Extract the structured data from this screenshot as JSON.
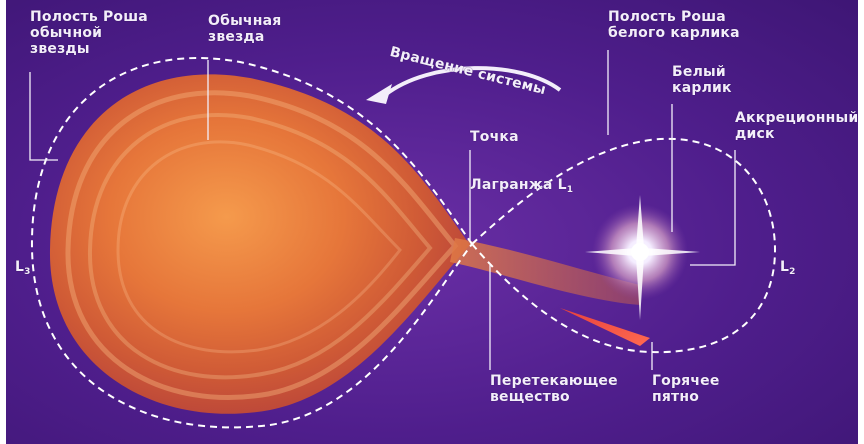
{
  "labels": {
    "roche_normal": "Полость Роша\nобычной\nзвезды",
    "normal_star": "Обычная\nзвезда",
    "rotation": "Вращение системы",
    "roche_white": "Полость Роша\nбелого карлика",
    "white_dwarf": "Белый\nкарлик",
    "accretion_disk": "Аккреционный\nдиск",
    "lagrange_line1": "Точка",
    "lagrange_line2": "Лагранжа L",
    "lagrange_sub": "1",
    "l3_main": "L",
    "l3_sub": "3",
    "l2_main": "L",
    "l2_sub": "2",
    "flowing_matter": "Перетекающее\nвещество",
    "hot_spot": "Горячее\nпятно"
  },
  "colors": {
    "background": "#4f1e8c",
    "star_core": "#f08a40",
    "star_edge": "#c8443a",
    "roche_outline": "#ffffff",
    "hot_spot": "#e0203a"
  }
}
